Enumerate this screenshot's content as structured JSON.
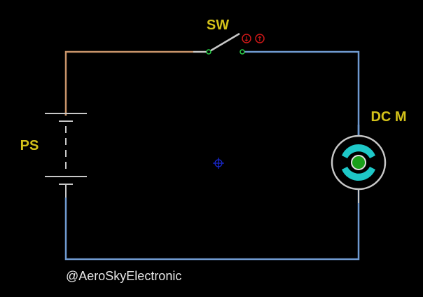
{
  "labels": {
    "switch": "SW",
    "power_supply": "PS",
    "motor": "DC M",
    "switch_down_arrow": "↓",
    "switch_up_arrow": "↑"
  },
  "watermark": "@AeroSkyElectronic",
  "colors": {
    "background": "#000000",
    "wire_positive": "#c8946a",
    "wire_negative": "#6f9ad0",
    "label": "#d4c21a",
    "motor_ring": "#c8c8c8",
    "motor_brushes": "#1ec8c8",
    "motor_rotor": "#1aa01a",
    "switch_indicator": "#d01818",
    "origin_marker": "#1a2ad8",
    "watermark": "#e6e6e6"
  },
  "components": {
    "switch": {
      "state": "open"
    },
    "battery": {
      "cells": 2
    },
    "motor": {
      "type": "DC"
    }
  }
}
